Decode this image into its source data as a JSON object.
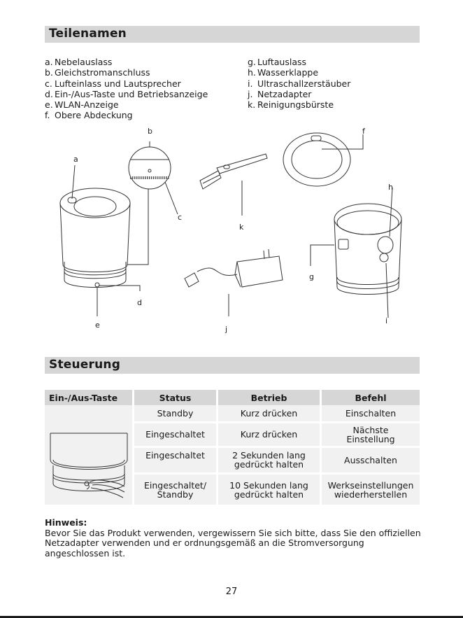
{
  "sections": {
    "parts_title": "Teilenamen",
    "control_title": "Steuerung"
  },
  "parts_left": [
    {
      "letter": "a.",
      "label": "Nebelauslass"
    },
    {
      "letter": "b.",
      "label": "Gleichstromanschluss"
    },
    {
      "letter": "c.",
      "label": "Lufteinlass und Lautsprecher"
    },
    {
      "letter": "d.",
      "label": "Ein-/Aus-Taste und Betriebsanzeige"
    },
    {
      "letter": "e.",
      "label": "WLAN-Anzeige"
    },
    {
      "letter": "f.",
      "label": "Obere Abdeckung"
    }
  ],
  "parts_right": [
    {
      "letter": "g.",
      "label": "Luftauslass"
    },
    {
      "letter": "h.",
      "label": "Wasserklappe"
    },
    {
      "letter": "i.",
      "label": "Ultraschallzerstäuber"
    },
    {
      "letter": "j.",
      "label": "Netzadapter"
    },
    {
      "letter": "k.",
      "label": "Reinigungsbürste"
    }
  ],
  "callouts": {
    "a": "a",
    "b": "b",
    "c": "c",
    "d": "d",
    "e": "e",
    "f": "f",
    "g": "g",
    "h": "h",
    "i": "i",
    "j": "j",
    "k": "k"
  },
  "table": {
    "headers": [
      "Ein-/Aus-Taste",
      "Status",
      "Betrieb",
      "Befehl"
    ],
    "rows": [
      {
        "status": "Standby",
        "operation": "Kurz drücken",
        "command": "Einschalten"
      },
      {
        "status": "Eingeschaltet",
        "operation": "Kurz drücken",
        "command": "Nächste\nEinstellung"
      },
      {
        "status": "Eingeschaltet",
        "operation": "2 Sekunden lang\ngedrückt halten",
        "command": "Ausschalten"
      },
      {
        "status": "Eingeschaltet/\nStandby",
        "operation": "10 Sekunden lang\ngedrückt halten",
        "command": "Werkseinstellungen\nwiederherstellen"
      }
    ]
  },
  "note": {
    "title": "Hinweis:",
    "text": "Bevor Sie das Produkt verwenden, vergewissern Sie sich bitte, dass Sie den offiziellen Netzadapter verwenden und er ordnungsgemäß an die Stromversorgung angeschlossen ist."
  },
  "page_number": "27"
}
